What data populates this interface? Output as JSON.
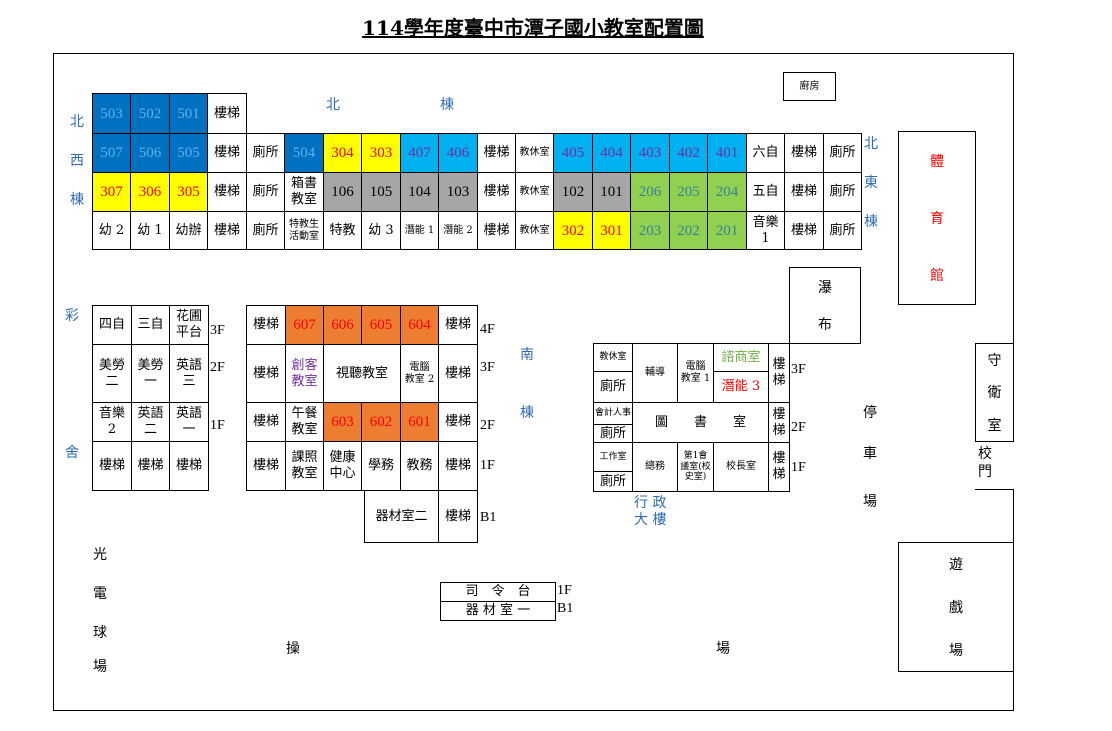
{
  "title": "114學年度臺中市潭子國小教室配置圖",
  "colors": {
    "dark_blue": "#0070c0",
    "yellow": "#ffff00",
    "light_blue": "#00b0f0",
    "gray": "#a6a6a6",
    "green": "#92d050",
    "orange": "#ed7d31"
  },
  "north_building": {
    "label_north": "北",
    "label_building": "棟",
    "west_label": [
      "北",
      "西",
      "棟"
    ],
    "east_label": [
      "北",
      "東",
      "棟"
    ],
    "rows": [
      [
        {
          "label": "503",
          "style": "dark-blue"
        },
        {
          "label": "502",
          "style": "dark-blue"
        },
        {
          "label": "501",
          "style": "dark-blue"
        },
        {
          "label": "樓梯",
          "style": ""
        }
      ],
      [
        {
          "label": "507",
          "style": "dark-blue"
        },
        {
          "label": "506",
          "style": "dark-blue"
        },
        {
          "label": "505",
          "style": "dark-blue"
        },
        {
          "label": "樓梯",
          "style": ""
        },
        {
          "label": "廁所",
          "style": ""
        },
        {
          "label": "504",
          "style": "dark-blue"
        },
        {
          "label": "304",
          "style": "yellow"
        },
        {
          "label": "303",
          "style": "yellow"
        },
        {
          "label": "407",
          "style": "light-blue"
        },
        {
          "label": "406",
          "style": "light-blue"
        },
        {
          "label": "樓梯",
          "style": ""
        },
        {
          "label": "教休室",
          "style": "small"
        },
        {
          "label": "405",
          "style": "light-blue"
        },
        {
          "label": "404",
          "style": "light-blue"
        },
        {
          "label": "403",
          "style": "light-blue"
        },
        {
          "label": "402",
          "style": "light-blue"
        },
        {
          "label": "401",
          "style": "light-blue"
        },
        {
          "label": "六自",
          "style": ""
        },
        {
          "label": "樓梯",
          "style": ""
        },
        {
          "label": "廁所",
          "style": ""
        }
      ],
      [
        {
          "label": "307",
          "style": "yellow"
        },
        {
          "label": "306",
          "style": "yellow"
        },
        {
          "label": "305",
          "style": "yellow"
        },
        {
          "label": "樓梯",
          "style": ""
        },
        {
          "label": "廁所",
          "style": ""
        },
        {
          "label": "箱書\n教室",
          "style": ""
        },
        {
          "label": "106",
          "style": "gray"
        },
        {
          "label": "105",
          "style": "gray"
        },
        {
          "label": "104",
          "style": "gray"
        },
        {
          "label": "103",
          "style": "gray"
        },
        {
          "label": "樓梯",
          "style": ""
        },
        {
          "label": "教休室",
          "style": "small"
        },
        {
          "label": "102",
          "style": "gray"
        },
        {
          "label": "101",
          "style": "gray"
        },
        {
          "label": "206",
          "style": "green"
        },
        {
          "label": "205",
          "style": "green"
        },
        {
          "label": "204",
          "style": "green"
        },
        {
          "label": "五自",
          "style": ""
        },
        {
          "label": "樓梯",
          "style": ""
        },
        {
          "label": "廁所",
          "style": ""
        }
      ],
      [
        {
          "label": "幼 2",
          "style": ""
        },
        {
          "label": "幼 1",
          "style": ""
        },
        {
          "label": "幼辦",
          "style": ""
        },
        {
          "label": "樓梯",
          "style": ""
        },
        {
          "label": "廁所",
          "style": ""
        },
        {
          "label": "特教生\n活動室",
          "style": "small"
        },
        {
          "label": "特教",
          "style": ""
        },
        {
          "label": "幼 3",
          "style": ""
        },
        {
          "label": "潛能 1",
          "style": "small"
        },
        {
          "label": "潛能 2",
          "style": "small"
        },
        {
          "label": "樓梯",
          "style": ""
        },
        {
          "label": "教休室",
          "style": "small"
        },
        {
          "label": "302",
          "style": "yellow"
        },
        {
          "label": "301",
          "style": "yellow"
        },
        {
          "label": "203",
          "style": "green"
        },
        {
          "label": "202",
          "style": "green"
        },
        {
          "label": "201",
          "style": "green"
        },
        {
          "label": "音樂\n1",
          "style": ""
        },
        {
          "label": "樓梯",
          "style": ""
        },
        {
          "label": "廁所",
          "style": ""
        }
      ]
    ]
  },
  "west_building": {
    "label": [
      "彩",
      "舍"
    ],
    "floors": [
      "3F",
      "2F",
      "1F"
    ],
    "rows": [
      [
        {
          "label": "四自"
        },
        {
          "label": "三自"
        },
        {
          "label": "花圃\n平台"
        }
      ],
      [
        {
          "label": "美勞\n二"
        },
        {
          "label": "美勞\n一"
        },
        {
          "label": "英語\n三"
        }
      ],
      [
        {
          "label": "音樂\n2"
        },
        {
          "label": "英語\n二"
        },
        {
          "label": "英語\n一"
        }
      ],
      [
        {
          "label": "樓梯"
        },
        {
          "label": "樓梯"
        },
        {
          "label": "樓梯"
        }
      ]
    ]
  },
  "south_building": {
    "label": [
      "南",
      "棟"
    ],
    "floors": [
      "4F",
      "3F",
      "2F",
      "1F",
      "B1"
    ],
    "rooms": [
      "樓梯",
      "607",
      "606",
      "605",
      "604",
      "樓梯",
      "樓梯",
      "創客\n教室",
      "視聽教室",
      "電腦\n教室 2",
      "樓梯",
      "樓梯",
      "午餐\n教室",
      "603",
      "602",
      "601",
      "樓梯",
      "樓梯",
      "課照\n教室",
      "健康\n中心",
      "學務",
      "教務",
      "樓梯",
      "器材室二",
      "樓梯"
    ]
  },
  "admin_building": {
    "label": [
      "行 政",
      "大 樓"
    ],
    "floors": [
      "3F",
      "2F",
      "1F"
    ],
    "rooms": [
      "教休室",
      "廁所",
      "輔導",
      "電腦\n教室 1",
      "諮商室",
      "潛能 3",
      "樓\n梯",
      "會計人事",
      "廁所",
      "圖　　書　　室",
      "樓\n梯",
      "工作室",
      "廁所",
      "總務",
      "第1會\n議室(校\n史室)",
      "校長室",
      "樓\n梯"
    ]
  },
  "facilities": {
    "kitchen": "廚房",
    "waterfall": [
      "瀑",
      "布"
    ],
    "gym": [
      "體",
      "育",
      "館"
    ],
    "guard_room": [
      "守",
      "衛",
      "室"
    ],
    "school_gate": [
      "校",
      "門"
    ],
    "playground_area": [
      "遊",
      "戲",
      "場"
    ],
    "parking": [
      "停",
      "車",
      "場"
    ],
    "court": [
      "光",
      "電",
      "球",
      "場"
    ],
    "field": [
      "操",
      "場"
    ],
    "podium": "司　令　台",
    "equipment_room_1": "器 材 室 一",
    "podium_floors": [
      "1F",
      "B1"
    ]
  }
}
